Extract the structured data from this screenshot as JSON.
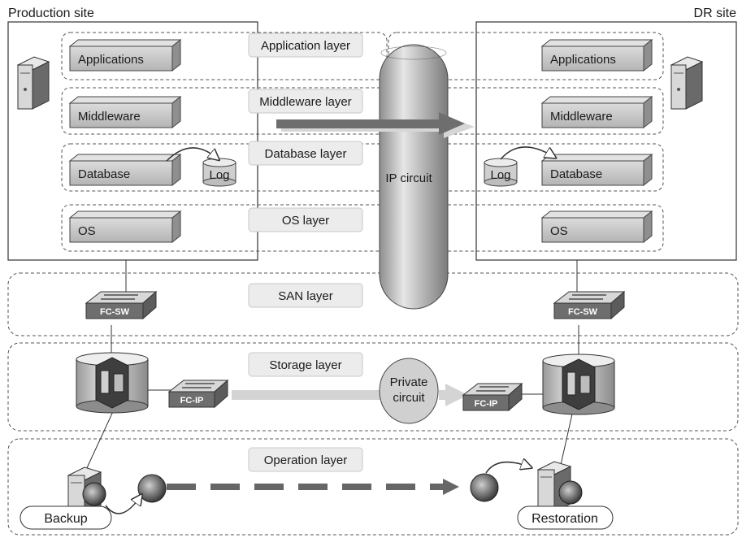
{
  "production_site": {
    "title": "Production site"
  },
  "dr_site": {
    "title": "DR site"
  },
  "layers": {
    "application": "Application layer",
    "middleware": "Middleware layer",
    "database": "Database layer",
    "os": "OS layer",
    "san": "SAN layer",
    "storage": "Storage layer",
    "operation": "Operation layer"
  },
  "components": {
    "applications": "Applications",
    "middleware": "Middleware",
    "database": "Database",
    "log": "Log",
    "os": "OS"
  },
  "switches": {
    "fc_sw": "FC-SW",
    "fc_ip": "FC-IP"
  },
  "circuits": {
    "ip": "IP circuit",
    "private_line1": "Private",
    "private_line2": "circuit"
  },
  "operations": {
    "backup": "Backup",
    "restoration": "Restoration"
  },
  "colors": {
    "box_fill": "#c9c9c9",
    "box_side": "#8f8f8f",
    "arrow_dark": "#6e6e6e",
    "arrow_light": "#d4d4d4"
  }
}
